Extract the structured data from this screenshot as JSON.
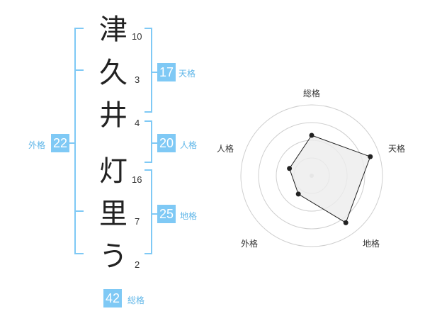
{
  "name": {
    "characters": [
      {
        "char": "津",
        "strokes": "10"
      },
      {
        "char": "久",
        "strokes": "3"
      },
      {
        "char": "井",
        "strokes": "4"
      },
      {
        "char": "灯",
        "strokes": "16"
      },
      {
        "char": "里",
        "strokes": "7"
      },
      {
        "char": "う",
        "strokes": "2"
      }
    ]
  },
  "fortune": {
    "tenkaku": {
      "value": "17",
      "label": "天格"
    },
    "jinkaku": {
      "value": "20",
      "label": "人格"
    },
    "chikaku": {
      "value": "25",
      "label": "地格"
    },
    "gaikaku": {
      "value": "22",
      "label": "外格"
    },
    "soukaku": {
      "value": "42",
      "label": "総格"
    }
  },
  "chart_data": {
    "type": "radar",
    "axes": [
      "総格",
      "天格",
      "地格",
      "外格",
      "人格"
    ],
    "values": [
      0.57,
      0.87,
      0.82,
      0.32,
      0.33
    ],
    "range": [
      0,
      1
    ],
    "rings": 4
  },
  "colors": {
    "bracket": "#7fc9f5",
    "badge": "#7fc9f5",
    "badge_label": "#5fb6e8",
    "radar_fill": "#ececec",
    "radar_stroke": "#222222",
    "ring": "#cfcfcf"
  }
}
